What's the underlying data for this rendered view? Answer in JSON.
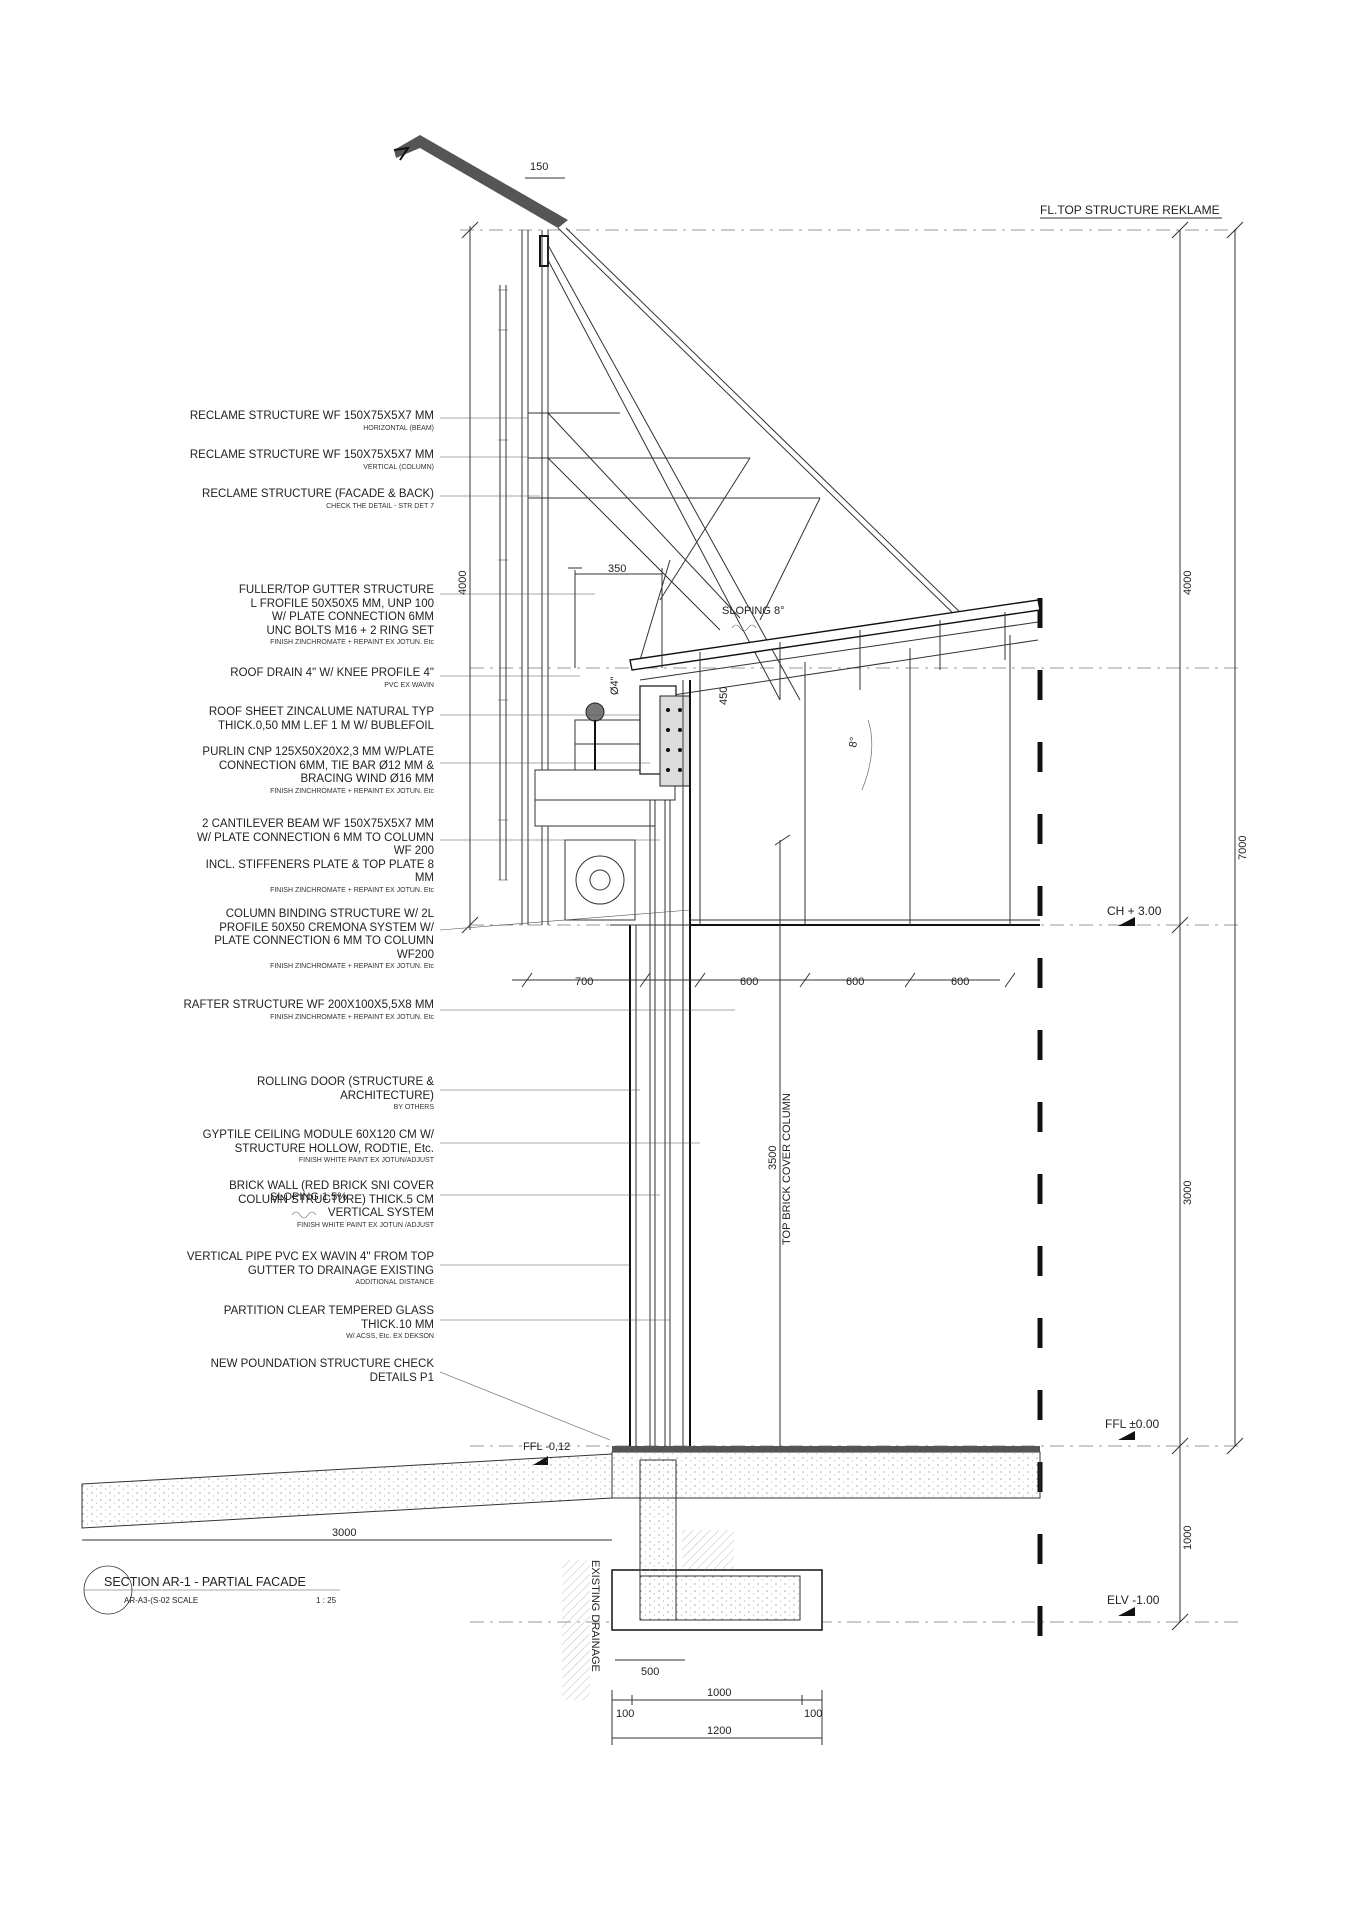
{
  "levels": {
    "top_structure": "FL.TOP STRUCTURE REKLAME",
    "ch": "CH + 3.00",
    "ffl": "FFL ±0.00",
    "ffl_outside": "FFL -0,12",
    "elv": "ELV -1.00"
  },
  "slopes": {
    "roof": "SLOPING 8°",
    "ground": "SLOPING 1,5%"
  },
  "annotations": [
    {
      "main": [
        "RECLAME STRUCTURE WF 150X75X5X7 MM"
      ],
      "sub": [
        "HORIZONTAL (BEAM)"
      ]
    },
    {
      "main": [
        "RECLAME STRUCTURE WF 150X75X5X7 MM"
      ],
      "sub": [
        "VERTICAL (COLUMN)"
      ]
    },
    {
      "main": [
        "RECLAME STRUCTURE (FACADE & BACK)"
      ],
      "sub": [
        "CHECK THE DETAIL - STR DET 7"
      ]
    },
    {
      "main": [
        "FULLER/TOP GUTTER STRUCTURE",
        "L FROFILE 50X50X5 MM, UNP 100",
        "W/ PLATE CONNECTION 6MM",
        "UNC BOLTS M16 + 2 RING SET"
      ],
      "sub": [
        "FINISH ZINCHROMATE + REPAINT EX JOTUN. Etc"
      ]
    },
    {
      "main": [
        "ROOF DRAIN 4\" W/ KNEE PROFILE 4\""
      ],
      "sub": [
        "PVC EX WAVIN"
      ]
    },
    {
      "main": [
        "ROOF SHEET ZINCALUME NATURAL TYP",
        "THICK.0,50 MM L.EF 1 M W/ BUBLEFOIL"
      ],
      "sub": []
    },
    {
      "main": [
        "PURLIN CNP 125X50X20X2,3 MM W/PLATE",
        "CONNECTION 6MM, TIE BAR Ø12 MM &",
        "BRACING WIND Ø16 MM"
      ],
      "sub": [
        "FINISH ZINCHROMATE + REPAINT EX JOTUN. Etc"
      ]
    },
    {
      "main": [
        "2 CANTILEVER BEAM WF 150X75X5X7 MM",
        "W/ PLATE CONNECTION 6 MM TO COLUMN",
        "WF 200",
        "INCL. STIFFENERS PLATE & TOP PLATE 8",
        "MM"
      ],
      "sub": [
        "FINISH ZINCHROMATE + REPAINT EX JOTUN. Etc"
      ]
    },
    {
      "main": [
        "COLUMN BINDING STRUCTURE W/ 2L",
        "PROFILE 50X50 CREMONA SYSTEM W/",
        "PLATE CONNECTION 6 MM TO COLUMN",
        "WF200"
      ],
      "sub": [
        "FINISH ZINCHROMATE + REPAINT EX JOTUN. Etc"
      ]
    },
    {
      "main": [
        "RAFTER STRUCTURE WF 200X100X5,5X8 MM"
      ],
      "sub": [
        "FINISH ZINCHROMATE + REPAINT EX JOTUN. Etc"
      ]
    },
    {
      "main": [
        "ROLLING DOOR (STRUCTURE &",
        "ARCHITECTURE)"
      ],
      "sub": [
        "BY OTHERS"
      ]
    },
    {
      "main": [
        "GYPTILE CEILING MODULE 60X120 CM W/",
        "STRUCTURE HOLLOW, RODTIE, Etc."
      ],
      "sub": [
        "FINISH WHITE PAINT EX JOTUN/ADJUST"
      ]
    },
    {
      "main": [
        "BRICK WALL (RED BRICK SNI COVER",
        "COLUMN STRUCTURE) THICK.5 CM",
        "VERTICAL SYSTEM"
      ],
      "sub": [
        "FINISH WHITE PAINT EX JOTUN /ADJUST"
      ]
    },
    {
      "main": [
        "VERTICAL PIPE PVC EX WAVIN 4\" FROM TOP",
        "GUTTER TO DRAINAGE EXISTING"
      ],
      "sub": [
        "ADDITIONAL DISTANCE"
      ]
    },
    {
      "main": [
        "PARTITION CLEAR TEMPERED GLASS",
        "THICK.10 MM"
      ],
      "sub": [
        "W/ ACSS, Etc. EX DEKSON"
      ]
    },
    {
      "main": [
        "NEW POUNDATION STRUCTURE CHECK",
        "DETAILS P1"
      ],
      "sub": []
    }
  ],
  "dimensions": {
    "top_width": "150",
    "gutter_width": "350",
    "gutter_depth": "450",
    "pipe_dia": "Ø4\"",
    "left_height": "4000",
    "right_top": "4000",
    "right_mid": "3000",
    "right_bottom": "1000",
    "right_total": "7000",
    "bay_700": "700",
    "bay_600a": "600",
    "bay_600b": "600",
    "bay_600c": "600",
    "brick_col": "3500",
    "brick_col_label": "TOP BRICK COVER COLUMN",
    "ground_3000": "3000",
    "found_500": "500",
    "found_1000": "1000",
    "found_100a": "100",
    "found_100b": "100",
    "found_1200": "1200",
    "roof_angle": "8°",
    "existing_drainage": "EXISTING DRAINAGE"
  },
  "title_block": {
    "title": "SECTION AR-1 - PARTIAL FACADE",
    "ref": "AR-A3-(S-02 SCALE",
    "scale": "1 : 25"
  }
}
